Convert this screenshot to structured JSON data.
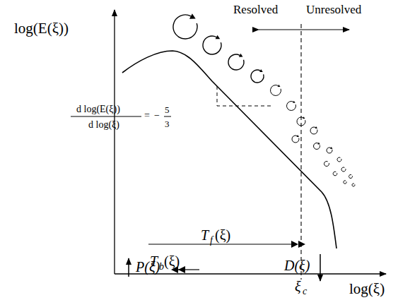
{
  "diagram": {
    "labels": [
      "Resolved",
      "Unresolved",
      "log(E(ξ))",
      "d log(E(ξ))",
      "d log(ξ)",
      "=",
      "−",
      "5",
      "3",
      "T",
      "f",
      "(ξ)",
      "P(ξ)",
      "T",
      "b",
      "(ξ)",
      "D(ξ)",
      "ξ",
      "c",
      "log(ξ)"
    ]
  }
}
